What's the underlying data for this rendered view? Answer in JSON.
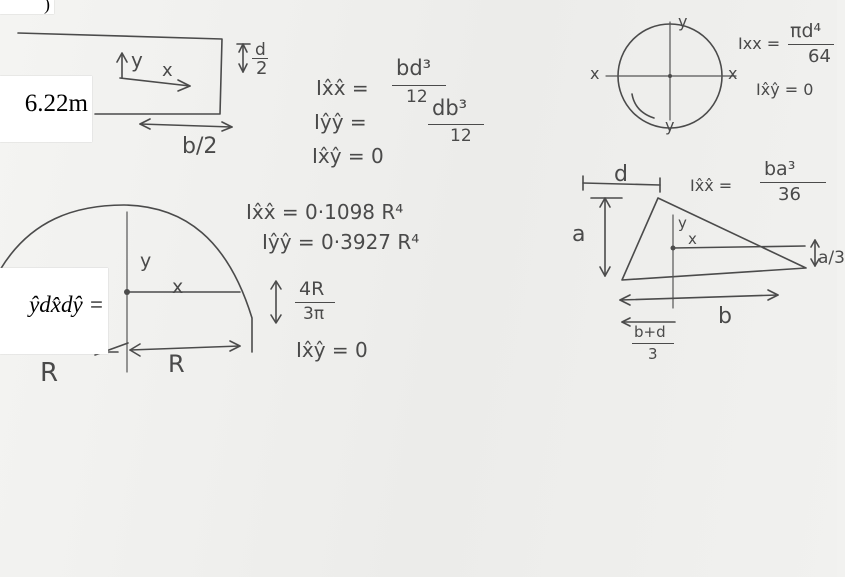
{
  "pasted_boxes": {
    "top_left_fragment": ")",
    "length_value": "6.22m",
    "integral_fragment": "ŷdx̂dŷ ="
  },
  "rectangle": {
    "axis_y": "y",
    "axis_x": "x",
    "half_depth_num": "d",
    "half_depth_den": "2",
    "half_width": "b/2",
    "ixx_lhs": "Ix̂x̂ =",
    "ixx_num": "bd³",
    "ixx_den": "12",
    "iyy_lhs": "Iŷŷ =",
    "iyy_num": "db³",
    "iyy_den": "12",
    "ixy": "Ix̂ŷ = 0"
  },
  "circle": {
    "axis_y_top": "y",
    "axis_y_bottom": "y",
    "axis_x_left": "x",
    "axis_x_right": "x",
    "ixx_lhs": "Ixx =",
    "ixx_num": "πd⁴",
    "ixx_den": "64",
    "ixy": "Ix̂ŷ = 0"
  },
  "semicircle": {
    "axis_y": "y",
    "axis_x": "x",
    "offset_num": "4R",
    "offset_den": "3π",
    "radius_bottom": "R",
    "radius_left": "R",
    "ixx": "Ix̂x̂ = 0·1098 R⁴",
    "iyy": "Iŷŷ = 0·3927 R⁴",
    "ixy": "Ix̂ŷ = 0"
  },
  "triangle": {
    "offset_d": "d",
    "height_a": "a",
    "axis_y": "y",
    "axis_x": "x",
    "centroid_height": "a/3",
    "base_b": "b",
    "centroid_num": "b+d",
    "centroid_den": "3",
    "ixx_lhs": "Ix̂x̂ =",
    "ixx_num": "ba³",
    "ixx_den": "36"
  }
}
